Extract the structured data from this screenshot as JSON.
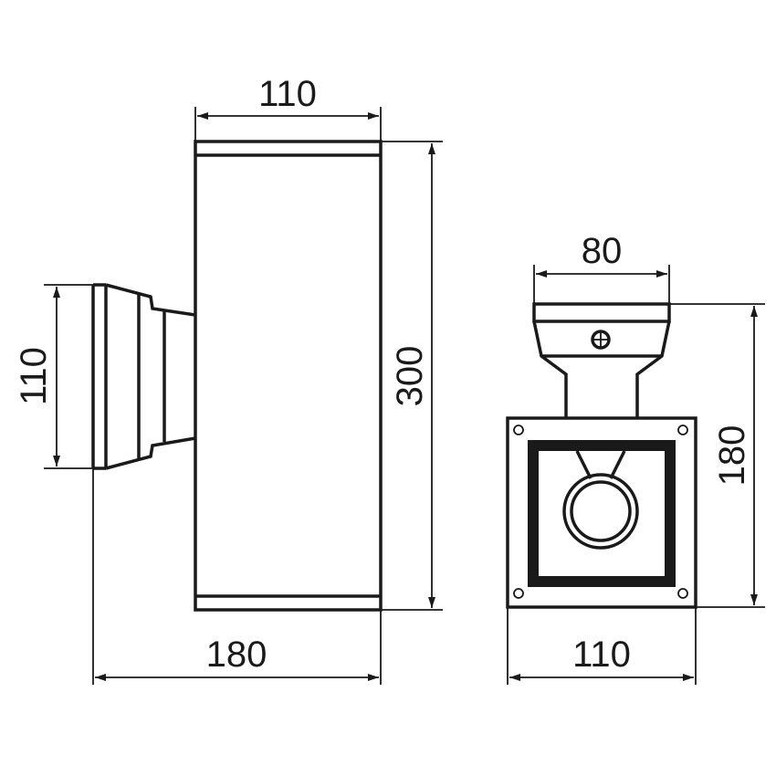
{
  "left_view": {
    "width_label": "110",
    "height_label": "300",
    "mount_label": "110",
    "depth_label": "180"
  },
  "right_view": {
    "mount_width_label": "80",
    "height_label": "180",
    "width_label": "110"
  },
  "colors": {
    "line": "#1a1a1a",
    "background": "#ffffff"
  }
}
